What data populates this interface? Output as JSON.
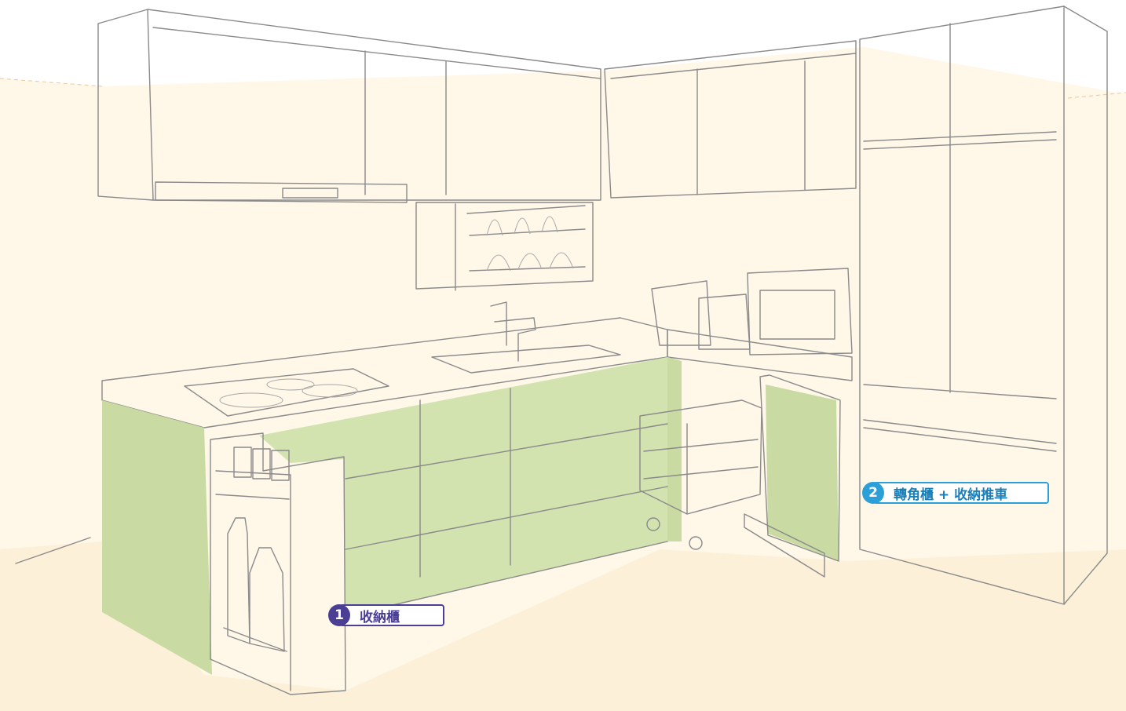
{
  "colors": {
    "floor": "#fdf3df",
    "wall_highlight": "#fff6e3",
    "cabinet_green": "#c9dba3",
    "cabinet_green_light": "#d9e7bd",
    "line": "#8a8a8a",
    "label_1": "#4a3f95",
    "label_2": "#2a9fd8"
  },
  "labels": [
    {
      "number": "1",
      "text": "收納櫃"
    },
    {
      "number": "2",
      "text": "轉角櫃 + 收納推車"
    }
  ]
}
